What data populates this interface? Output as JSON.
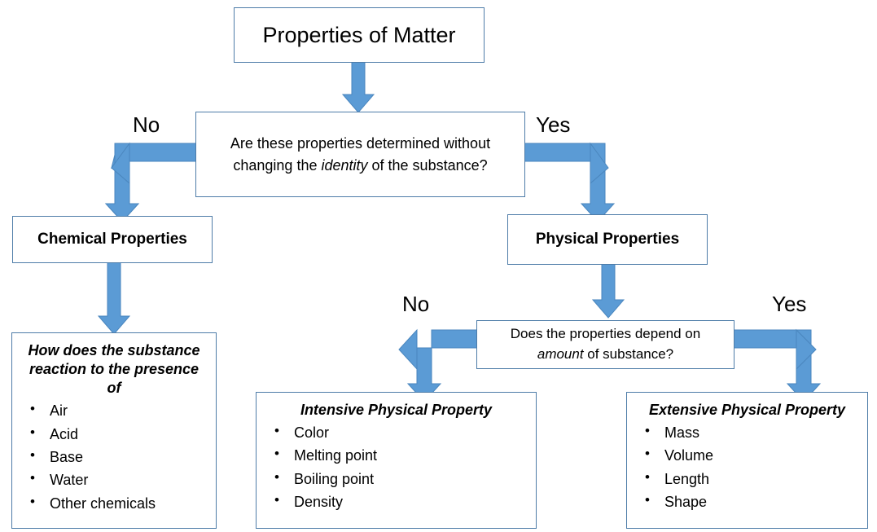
{
  "diagram": {
    "title": "Properties of Matter flowchart",
    "colors": {
      "arrow_fill": "#5B9BD5",
      "arrow_stroke": "#4A86BE",
      "box_border": "#4E7CA8",
      "background": "#FFFFFF",
      "text": "#000000"
    },
    "root": {
      "label": "Properties of Matter"
    },
    "decision1": {
      "text_part1": "Are these properties determined without changing the ",
      "text_emphasis": "identity",
      "text_part2": " of the substance?",
      "full_text": "Are these properties determined without changing the identity of the substance?",
      "no_label": "No",
      "yes_label": "Yes"
    },
    "chemical": {
      "label": "Chemical Properties"
    },
    "physical": {
      "label": "Physical Properties"
    },
    "chemical_detail": {
      "heading": "How does the substance reaction to the presence of",
      "items": [
        "Air",
        "Acid",
        "Base",
        "Water",
        "Other chemicals"
      ]
    },
    "decision2": {
      "text_part1": "Does the properties depend on ",
      "text_emphasis": "amount",
      "text_part2": " of substance?",
      "full_text": "Does the properties depend on amount of substance?",
      "no_label": "No",
      "yes_label": "Yes"
    },
    "intensive": {
      "heading": "Intensive Physical Property",
      "items": [
        "Color",
        "Melting point",
        "Boiling point",
        "Density"
      ]
    },
    "extensive": {
      "heading": "Extensive Physical Property",
      "items": [
        "Mass",
        "Volume",
        "Length",
        "Shape"
      ]
    }
  }
}
